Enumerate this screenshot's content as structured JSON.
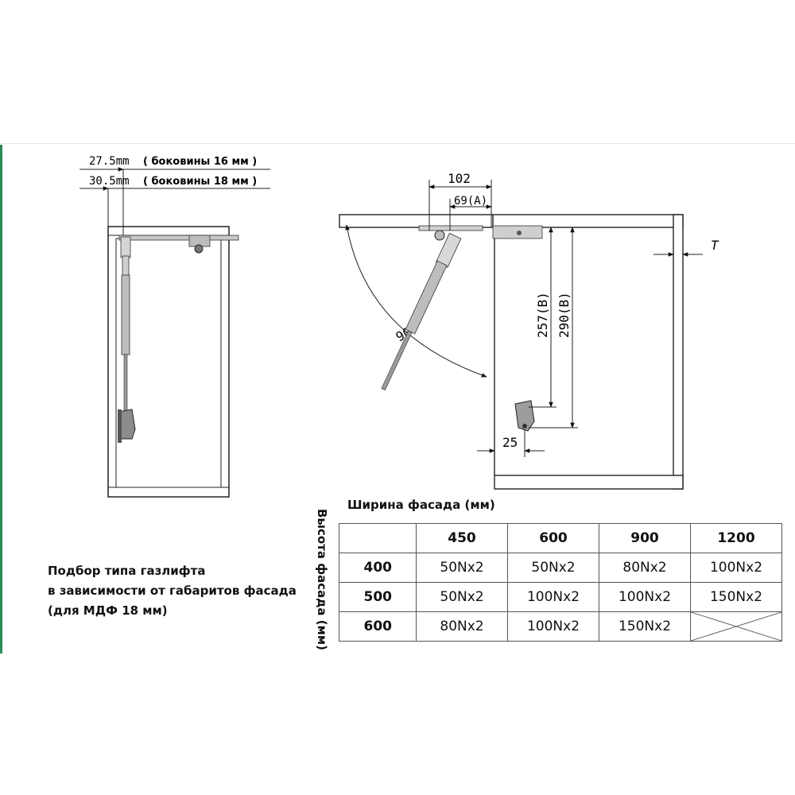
{
  "dimensions_left": {
    "line1": "27.5mm",
    "line1_note": "( боковины 16 мм )",
    "line2": "30.5mm",
    "line2_note": "( боковины 18 мм )"
  },
  "dimensions_right": {
    "width_total": "102",
    "width_a": "69(A)",
    "angle": "90°",
    "height_257": "257(B)",
    "height_290": "290(B)",
    "offset_bottom": "25",
    "thickness": "T"
  },
  "caption": {
    "line1": "Подбор типа газлифта",
    "line2": "в зависимости от габаритов фасада",
    "line3": "(для МДФ 18 мм)"
  },
  "table": {
    "width_label": "Ширина фасада (мм)",
    "height_label": "Высота фасада (мм)",
    "columns": [
      "450",
      "600",
      "900",
      "1200"
    ],
    "rows": [
      {
        "height": "400",
        "cells": [
          "50Nx2",
          "50Nx2",
          "80Nx2",
          "100Nx2"
        ]
      },
      {
        "height": "500",
        "cells": [
          "50Nx2",
          "100Nx2",
          "100Nx2",
          "150Nx2"
        ]
      },
      {
        "height": "600",
        "cells": [
          "80Nx2",
          "100Nx2",
          "150Nx2",
          ""
        ]
      }
    ]
  }
}
